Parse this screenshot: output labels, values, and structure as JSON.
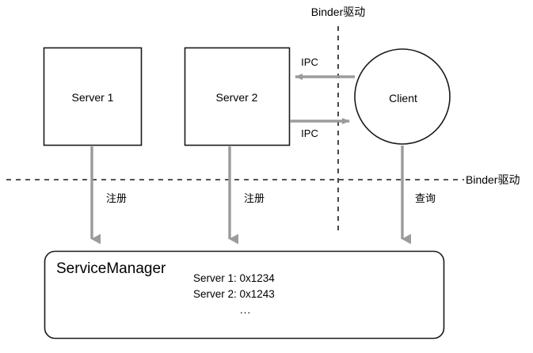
{
  "diagram": {
    "title_top": "Binder驱动",
    "title_right": "Binder驱动",
    "nodes": {
      "server1": {
        "label": "Server 1",
        "shape": "rect"
      },
      "server2": {
        "label": "Server 2",
        "shape": "rect"
      },
      "client": {
        "label": "Client",
        "shape": "circle"
      },
      "service_manager": {
        "label": "ServiceManager",
        "shape": "rounded-rect",
        "entries": [
          "Server 1: 0x1234",
          "Server 2: 0x1243"
        ],
        "ellipsis": "..."
      }
    },
    "edges": {
      "ipc_client_to_server2": {
        "label": "IPC",
        "direction": "left"
      },
      "ipc_server2_to_client": {
        "label": "IPC",
        "direction": "right"
      },
      "server1_register": {
        "label": "注册",
        "direction": "down"
      },
      "server2_register": {
        "label": "注册",
        "direction": "down"
      },
      "client_query": {
        "label": "查询",
        "direction": "down"
      }
    },
    "colors": {
      "stroke": "#1a1a1a",
      "arrow": "#9b9b9b",
      "dashed": "#1a1a1a",
      "text": "#000000",
      "background": "#ffffff"
    }
  }
}
